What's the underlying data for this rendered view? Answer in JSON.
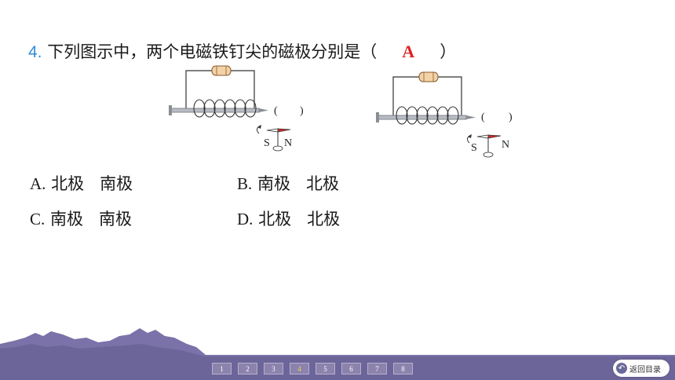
{
  "question": {
    "number": "4.",
    "text": "下列图示中，两个电磁铁钉尖的磁极分别是（",
    "answer": "A",
    "close": "）"
  },
  "diagram": {
    "paren_left": "(",
    "paren_right": ")",
    "left_compass": {
      "s": "S",
      "n": "N"
    },
    "right_compass": {
      "s": "S",
      "n": "N"
    }
  },
  "options": [
    {
      "letter": "A.",
      "first": "北极",
      "second": "南极"
    },
    {
      "letter": "B.",
      "first": "南极",
      "second": "北极"
    },
    {
      "letter": "C.",
      "first": "南极",
      "second": "南极"
    },
    {
      "letter": "D.",
      "first": "北极",
      "second": "北极"
    }
  ],
  "pager": {
    "pages": [
      "1",
      "2",
      "3",
      "4",
      "5",
      "6",
      "7",
      "8"
    ],
    "current": "4"
  },
  "back_button": {
    "label": "返回目录"
  },
  "colors": {
    "accent_blue": "#2e8bd8",
    "answer_red": "#e02020",
    "footer_purple": "#6b6599"
  }
}
